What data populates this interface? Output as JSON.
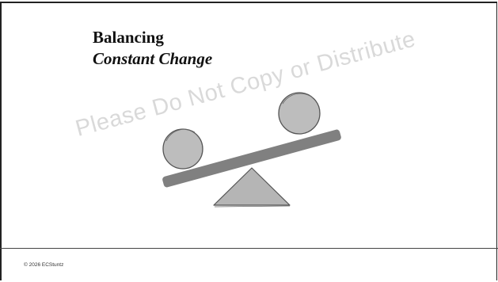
{
  "slide": {
    "title": "Balancing",
    "subtitle": "Constant Change",
    "footer": "© 2026 ECStuntz",
    "watermark": "Please Do Not Copy or Distribute"
  },
  "illustration": {
    "name": "seesaw balance",
    "colors": {
      "ball_fill": "#bdbdbd",
      "beam_fill": "#808080",
      "fulcrum_fill": "#b5b5b5",
      "outline": "#555555"
    }
  }
}
